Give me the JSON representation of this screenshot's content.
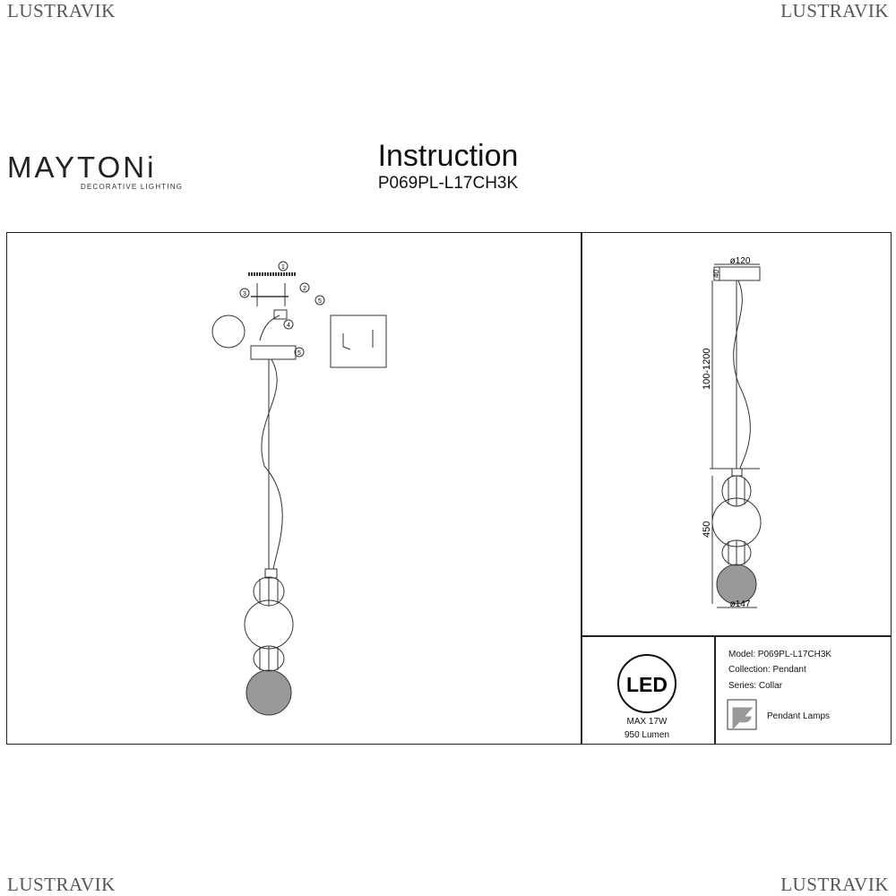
{
  "watermark": "LUSTRAVIK",
  "brand": {
    "name": "MAYTONi",
    "tagline": "DECORATIVE LIGHTING"
  },
  "header": {
    "title": "Instruction",
    "model": "P069PL-L17CH3K"
  },
  "install_steps": [
    "1",
    "2",
    "3",
    "4",
    "5",
    "5"
  ],
  "dimensions": {
    "canopy_diameter": "ø120",
    "canopy_height": "40",
    "cord_length": "100-1200",
    "shade_height": "450",
    "shade_diameter": "ø147"
  },
  "specs": {
    "led_label": "LED",
    "power": "MAX 17W",
    "lumen": "950 Lumen"
  },
  "info": {
    "model": "Model: P069PL-L17CH3K",
    "collection": "Collection: Pendant",
    "series": "Series: Collar",
    "type": "Pendant Lamps"
  }
}
